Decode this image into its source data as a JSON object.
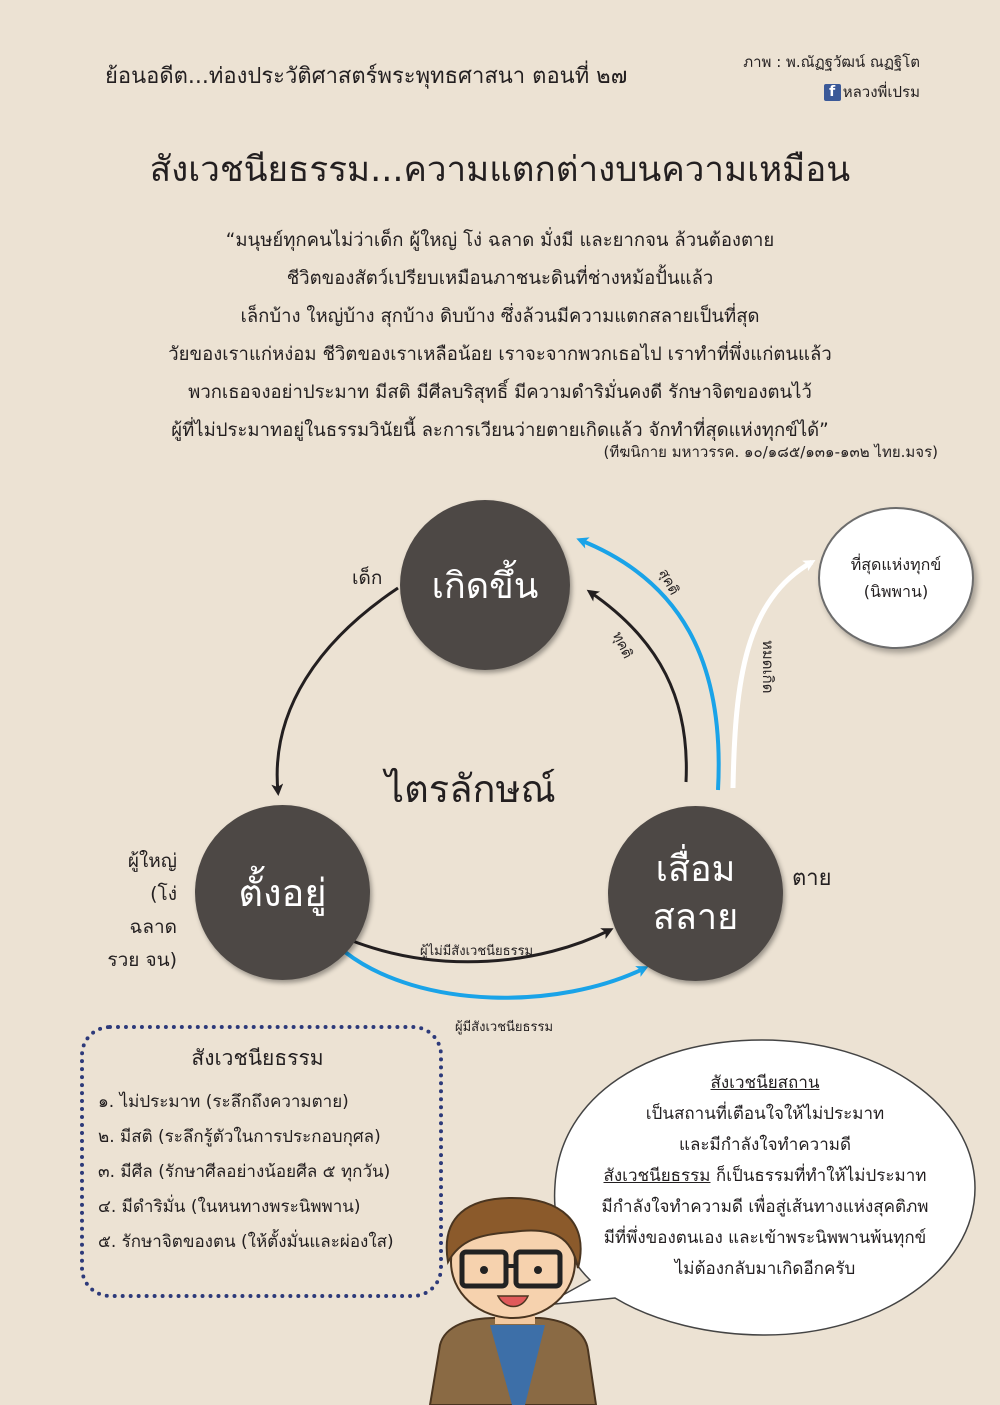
{
  "header": {
    "series": "ย้อนอดีต...ท่องประวัติศาสตร์พระพุทธศาสนา ตอนที่ ๒๗",
    "credit": "ภาพ  : พ.ณัฏฐวัฒน์ ณฏฐิโต",
    "facebook_name": "หลวงพี่เปรม",
    "facebook_icon": "facebook-icon"
  },
  "title": "สังเวชนียธรรม...ความแตกต่างบนความเหมือน",
  "quote": {
    "lines": [
      "“มนุษย์ทุกคนไม่ว่าเด็ก ผู้ใหญ่ โง่ ฉลาด มั่งมี และยากจน ล้วนต้องตาย",
      "ชีวิตของสัตว์เปรียบเหมือนภาชนะดินที่ช่างหม้อปั้นแล้ว",
      "เล็กบ้าง ใหญ่บ้าง สุกบ้าง ดิบบ้าง ซึ่งล้วนมีความแตกสลายเป็นที่สุด",
      "วัยของเราแก่หง่อม ชีวิตของเราเหลือน้อย เราจะจากพวกเธอไป เราทำที่พึ่งแก่ตนแล้ว",
      "พวกเธอจงอย่าประมาท มีสติ มีศีลบริสุทธิ์ มีความดำริมั่นคงดี รักษาจิตของตนไว้",
      "ผู้ที่ไม่ประมาทอยู่ในธรรมวินัยนี้ ละการเวียนว่ายตายเกิดแล้ว จักทำที่สุดแห่งทุกข์ได้”"
    ],
    "reference": "(ทีฆนิกาย มหาวรรค. ๑๐/๑๘๕/๑๓๑-๑๓๒ ไทย.มจร)"
  },
  "diagram": {
    "center": "ไตรลักษณ์",
    "birth": "เกิดขึ้น",
    "exist": "ตั้งอยู่",
    "decay_line1": "เสื่อม",
    "decay_line2": "สลาย",
    "label_child": "เด็ก",
    "label_adult": "ผู้ใหญ่",
    "label_adult2": "(โง่ ฉลาด",
    "label_adult3": "รวย จน)",
    "label_death": "ตาย",
    "label_sukhati": "สุคติ",
    "label_dukhati": "ทุคติ",
    "label_nogo": "หมดเกิด",
    "nibbana_line1": "ที่สุดแห่งทุกข์",
    "nibbana_line2": "(นิพพาน)",
    "path_without": "ผู้ไม่มีสังเวชนียธรรม",
    "path_with": "ผู้มีสังเวชนียธรรม",
    "colors": {
      "circle": "#4d4845",
      "blue_arrow": "#1aa3e8",
      "black_arrow": "#231f20"
    }
  },
  "list_box": {
    "title": "สังเวชนียธรรม",
    "items": [
      "๑. ไม่ประมาท (ระลึกถึงความตาย)",
      "๒. มีสติ (ระลึกรู้ตัวในการประกอบกุศล)",
      "๓. มีศีล (รักษาศีลอย่างน้อยศีล ๕ ทุกวัน)",
      "๔. มีดำริมั่น (ในหนทางพระนิพพาน)",
      "๕. รักษาจิตของตน (ให้ตั้งมั่นและผ่องใส)"
    ]
  },
  "bubble": {
    "heading": "สังเวชนียสถาน",
    "line1": "เป็นสถานที่เตือนใจให้ไม่ประมาท",
    "line2": "และมีกำลังใจทำความดี",
    "term": "สังเวชนียธรรม",
    "line3_rest": " ก็เป็นธรรมที่ทำให้ไม่ประมาท",
    "line4": "มีกำลังใจทำความดี เพื่อสู่เส้นทางแห่งสุคติภพ",
    "line5": "มีที่พึ่งของตนเอง และเข้าพระนิพพานพ้นทุกข์",
    "line6": "ไม่ต้องกลับมาเกิดอีกครับ"
  }
}
